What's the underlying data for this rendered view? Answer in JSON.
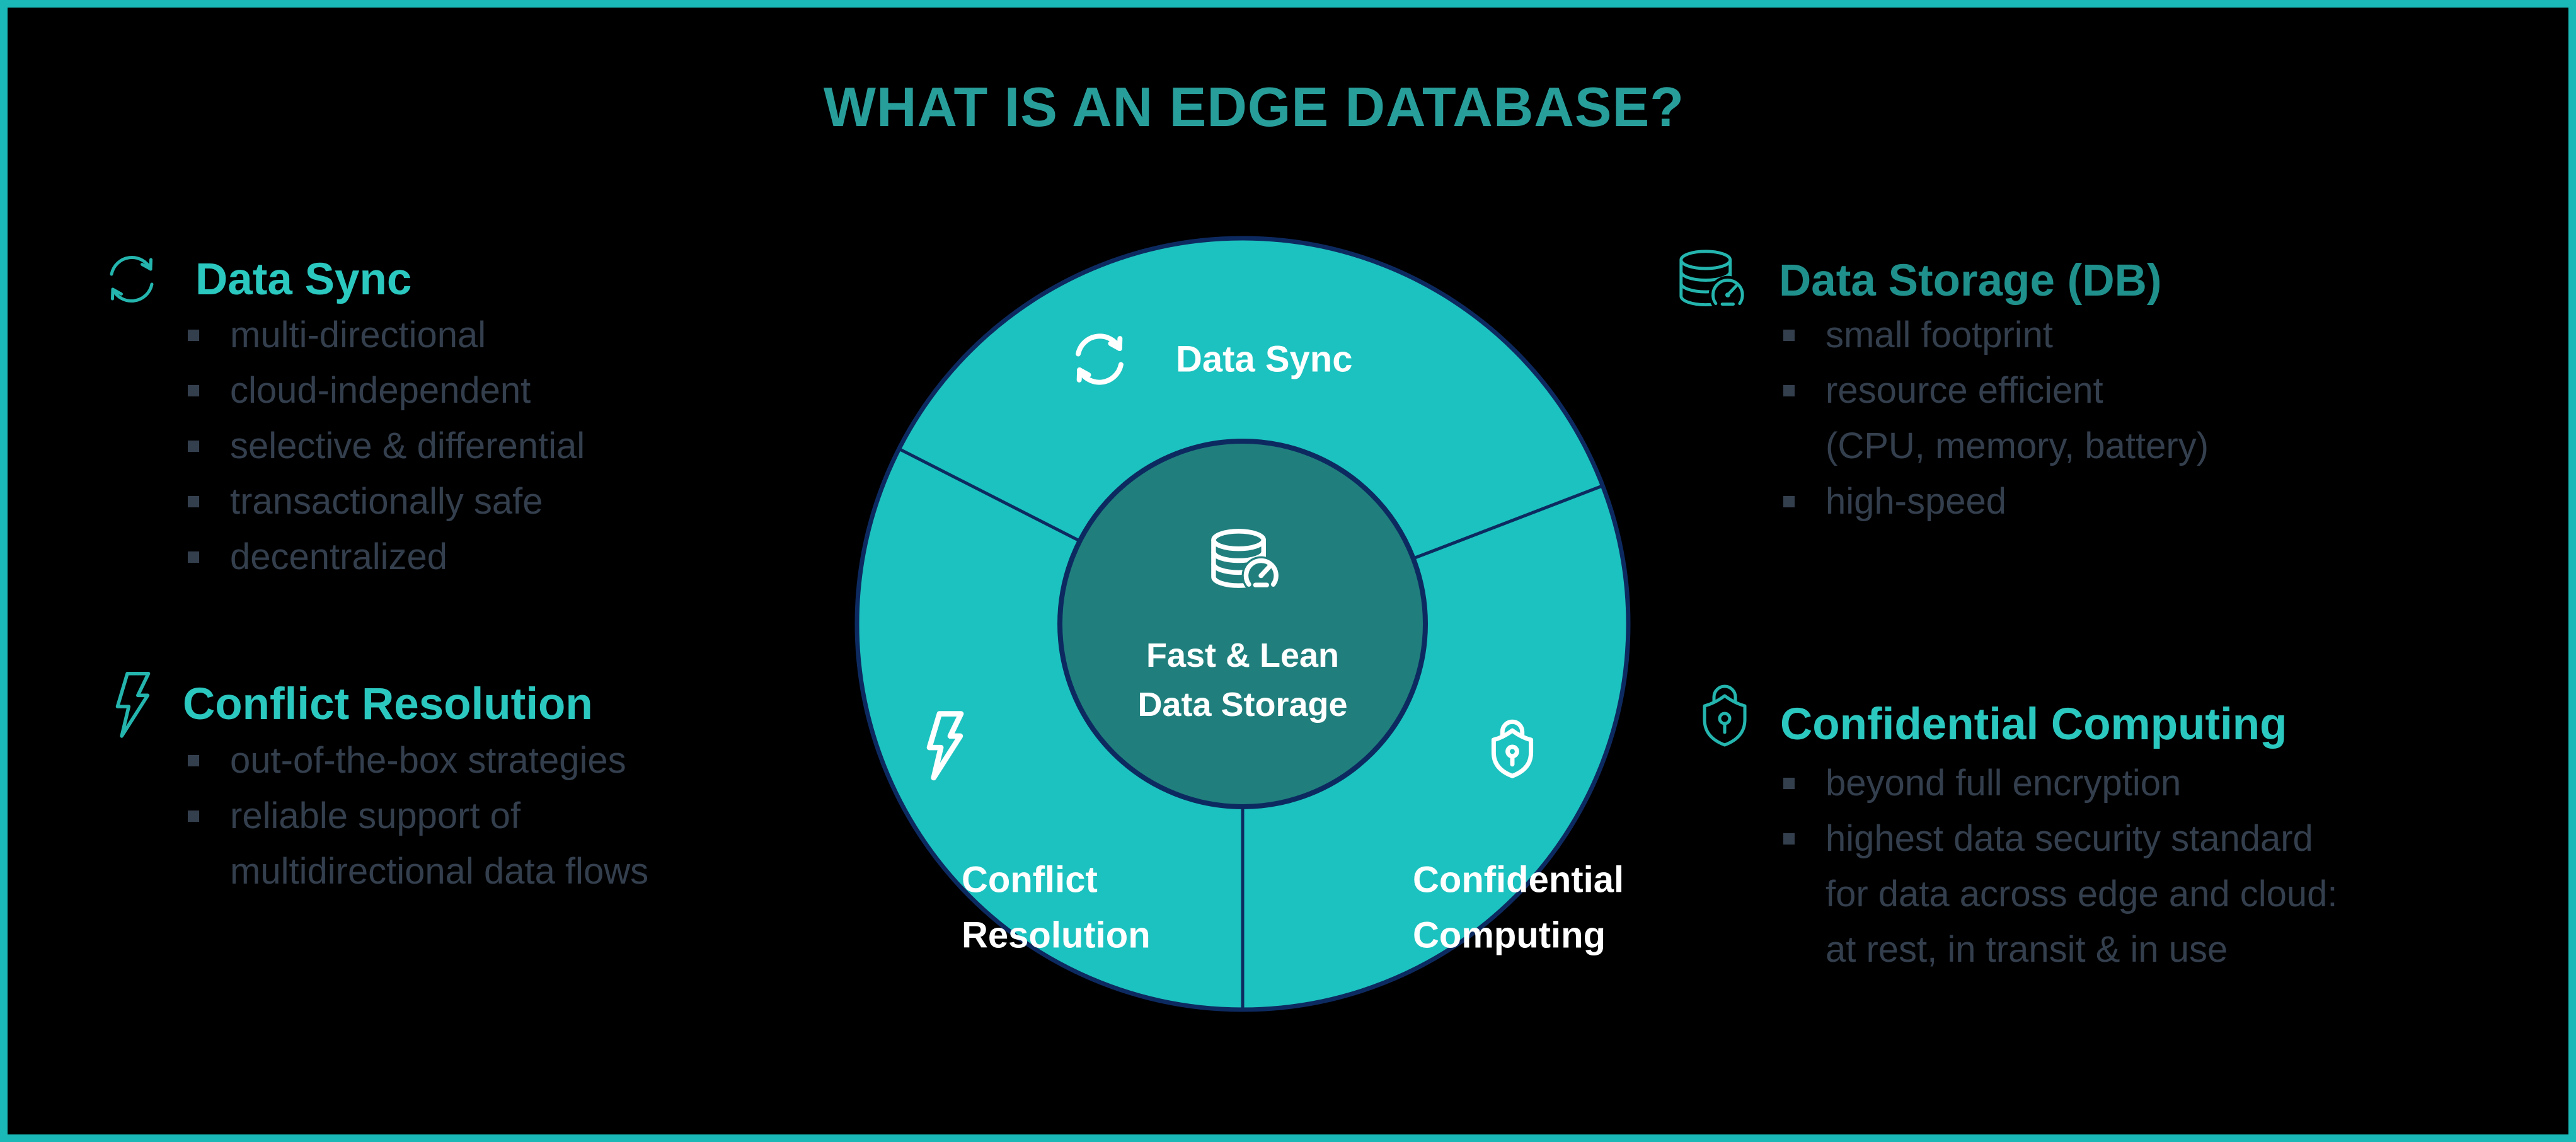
{
  "title": {
    "text": "WHAT IS AN EDGE DATABASE?"
  },
  "colors": {
    "background": "#000000",
    "frame_border": "#1ab9b7",
    "title_teal": "#289e9b",
    "heading_turquoise": "#2bc8c0",
    "heading_dark_teal": "#1f908c",
    "icon_teal": "#24b5ae",
    "bullet_text": "#343f4e",
    "ring_turquoise": "#1cc2bf",
    "core_teal": "#207f7d",
    "outline_navy": "#0d2a60",
    "label_white": "#ffffff"
  },
  "left_column": {
    "data_sync": {
      "icon": "sync-icon",
      "heading": "Data Sync",
      "bullets": [
        "multi-directional",
        "cloud-independent",
        "selective & differential",
        "transactionally safe",
        "decentralized"
      ]
    },
    "conflict_resolution": {
      "icon": "lightning-icon",
      "heading": "Conflict Resolution",
      "bullets": [
        "out-of-the-box strategies",
        "reliable support of",
        "multidirectional data flows"
      ]
    }
  },
  "right_column": {
    "data_storage": {
      "icon": "database-speedometer-icon",
      "heading": "Data Storage (DB)",
      "bullets": [
        "small footprint",
        "resource efficient",
        "(CPU, memory, battery)",
        "high-speed"
      ]
    },
    "confidential_computing": {
      "icon": "padlock-shield-icon",
      "heading": "Confidential Computing",
      "bullets": [
        "beyond full encryption",
        "highest data security standard",
        "for data across edge and cloud:",
        "at rest, in transit & in use"
      ]
    }
  },
  "diagram": {
    "segments": {
      "top": {
        "icon": "sync-icon",
        "label": "Data Sync"
      },
      "left": {
        "icon": "lightning-icon",
        "label_lines": [
          "Conflict",
          "Resolution"
        ]
      },
      "right": {
        "icon": "padlock-shield-icon",
        "label_lines": [
          "Confidential",
          "Computing"
        ]
      }
    },
    "center": {
      "icon": "database-speedometer-icon",
      "label_lines": [
        "Fast & Lean",
        "Data Storage"
      ]
    }
  }
}
